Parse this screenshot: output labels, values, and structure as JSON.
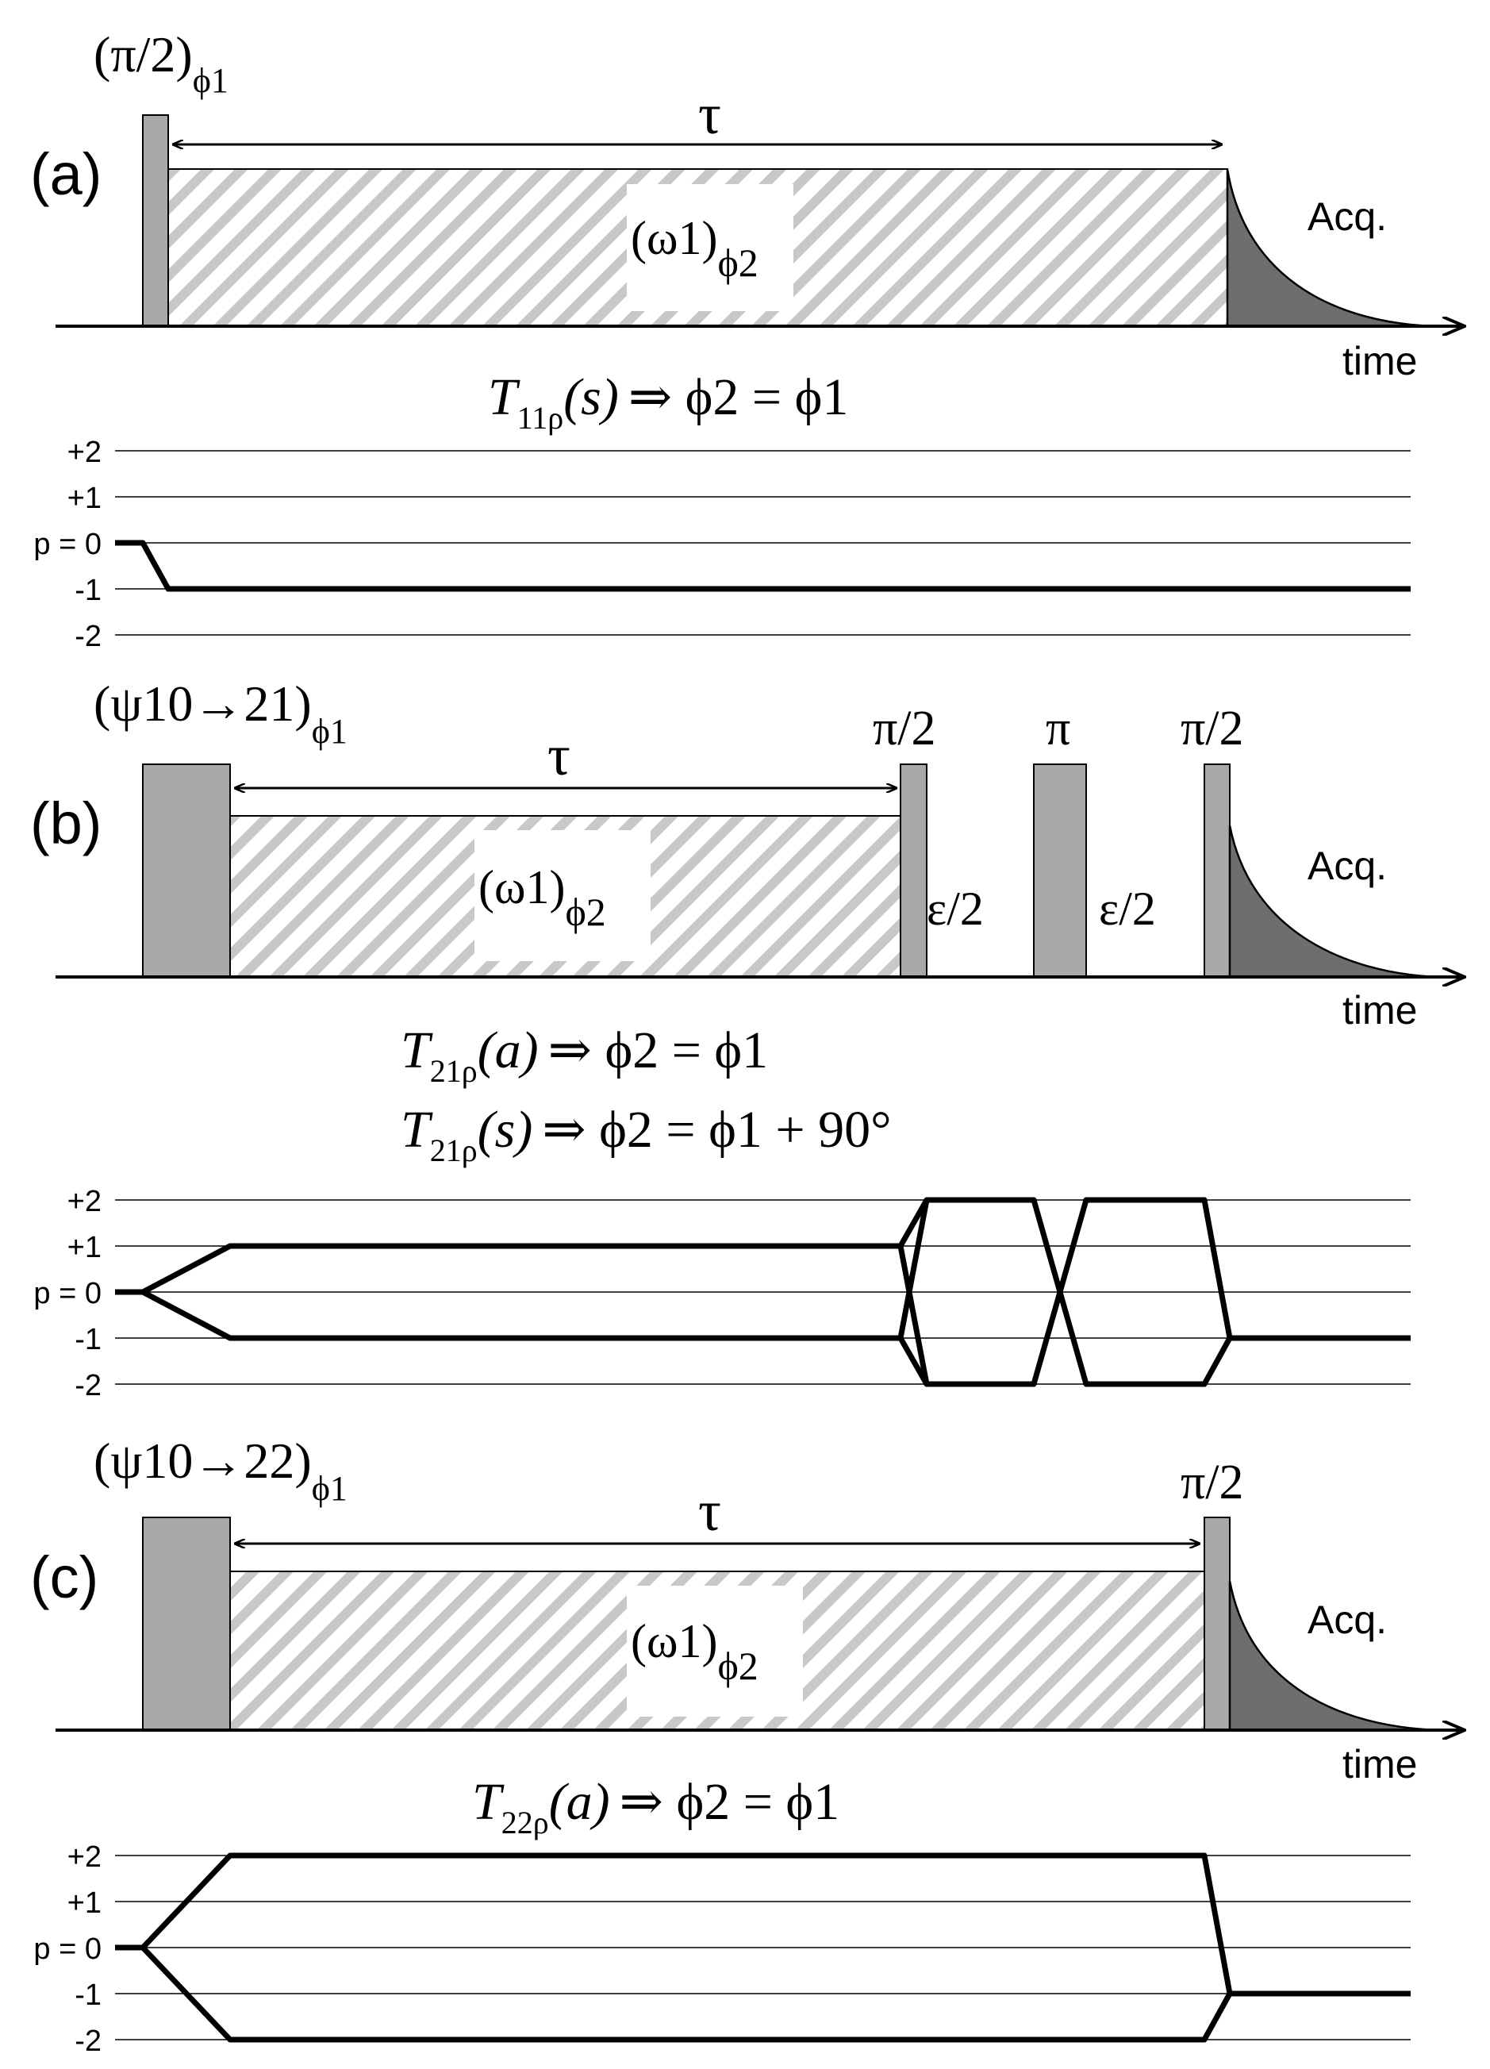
{
  "panels": {
    "a": {
      "label": "(a)",
      "pulse": {
        "base": "(π/2)",
        "sub": "ϕ1"
      },
      "tau": "τ",
      "spinlock": {
        "base": "(ω1)",
        "sub": "ϕ2"
      },
      "acq": "Acq.",
      "time": "time",
      "condition": {
        "T": "T",
        "sub": "11ρ",
        "arg": "(s)",
        "rel": "⇒ ϕ2 = ϕ1"
      }
    },
    "b": {
      "label": "(b)",
      "pulse": {
        "base": "(ψ10→21)",
        "sub": "ϕ1"
      },
      "tau": "τ",
      "spinlock": {
        "base": "(ω1)",
        "sub": "ϕ2"
      },
      "pulse2": "π/2",
      "pulse3": "π",
      "pulse4": "π/2",
      "delay1": "ε/2",
      "delay2": "ε/2",
      "acq": "Acq.",
      "time": "time",
      "condition1": {
        "T": "T",
        "sub": "21ρ",
        "arg": "(a)",
        "rel": "⇒ ϕ2 = ϕ1"
      },
      "condition2": {
        "T": "T",
        "sub": "21ρ",
        "arg": "(s)",
        "rel": "⇒ ϕ2 = ϕ1 + 90°"
      }
    },
    "c": {
      "label": "(c)",
      "pulse": {
        "base": "(ψ10→22)",
        "sub": "ϕ1"
      },
      "tau": "τ",
      "spinlock": {
        "base": "(ω1)",
        "sub": "ϕ2"
      },
      "pulse2": "π/2",
      "acq": "Acq.",
      "time": "time",
      "condition": {
        "T": "T",
        "sub": "22ρ",
        "arg": "(a)",
        "rel": "⇒ ϕ2 = ϕ1"
      }
    }
  },
  "coherence_levels": [
    "+2",
    "+1",
    "p = 0",
    "-1",
    "-2"
  ],
  "colors": {
    "pulse": "#a9a9a9",
    "hatch": "#c8c8c8",
    "acq_fill": "#6e6e6e",
    "line": "#000000"
  }
}
